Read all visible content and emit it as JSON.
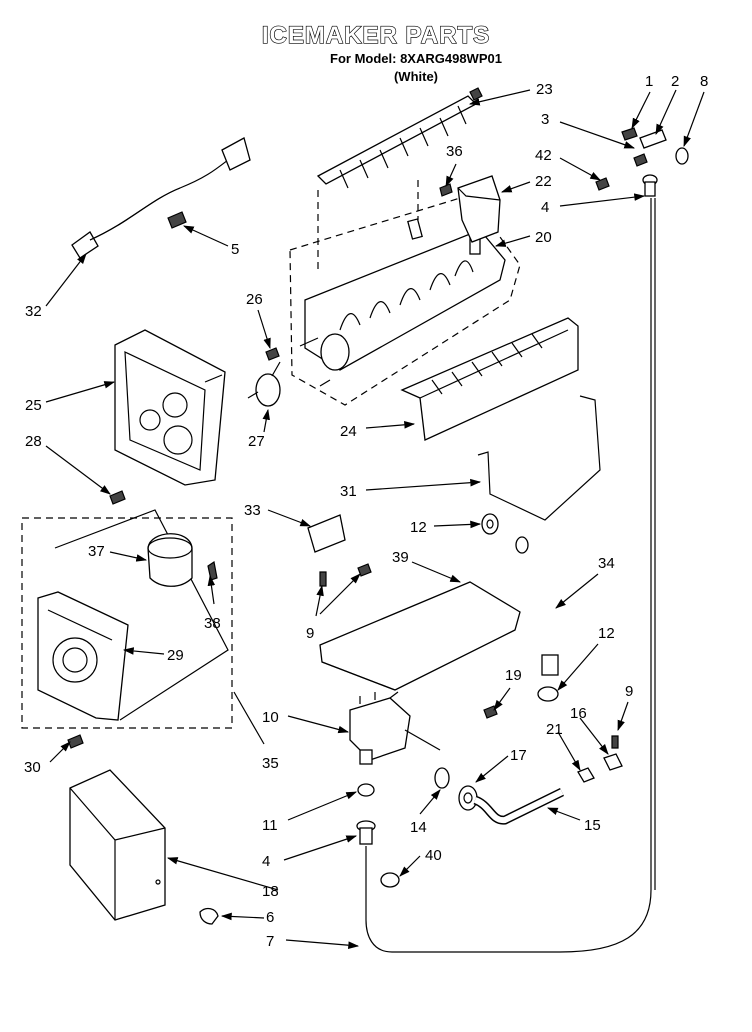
{
  "header": {
    "title": "ICEMAKER PARTS",
    "model": "For Model: 8XARG498WP01",
    "color": "(White)"
  },
  "callouts": [
    "1",
    "2",
    "8",
    "3",
    "42",
    "4",
    "22",
    "36",
    "23",
    "20",
    "5",
    "32",
    "26",
    "25",
    "27",
    "24",
    "28",
    "31",
    "33",
    "12",
    "39",
    "37",
    "38",
    "9",
    "34",
    "29",
    "12",
    "9",
    "19",
    "16",
    "21",
    "30",
    "10",
    "35",
    "17",
    "11",
    "14",
    "15",
    "4",
    "40",
    "18",
    "6",
    "7"
  ]
}
